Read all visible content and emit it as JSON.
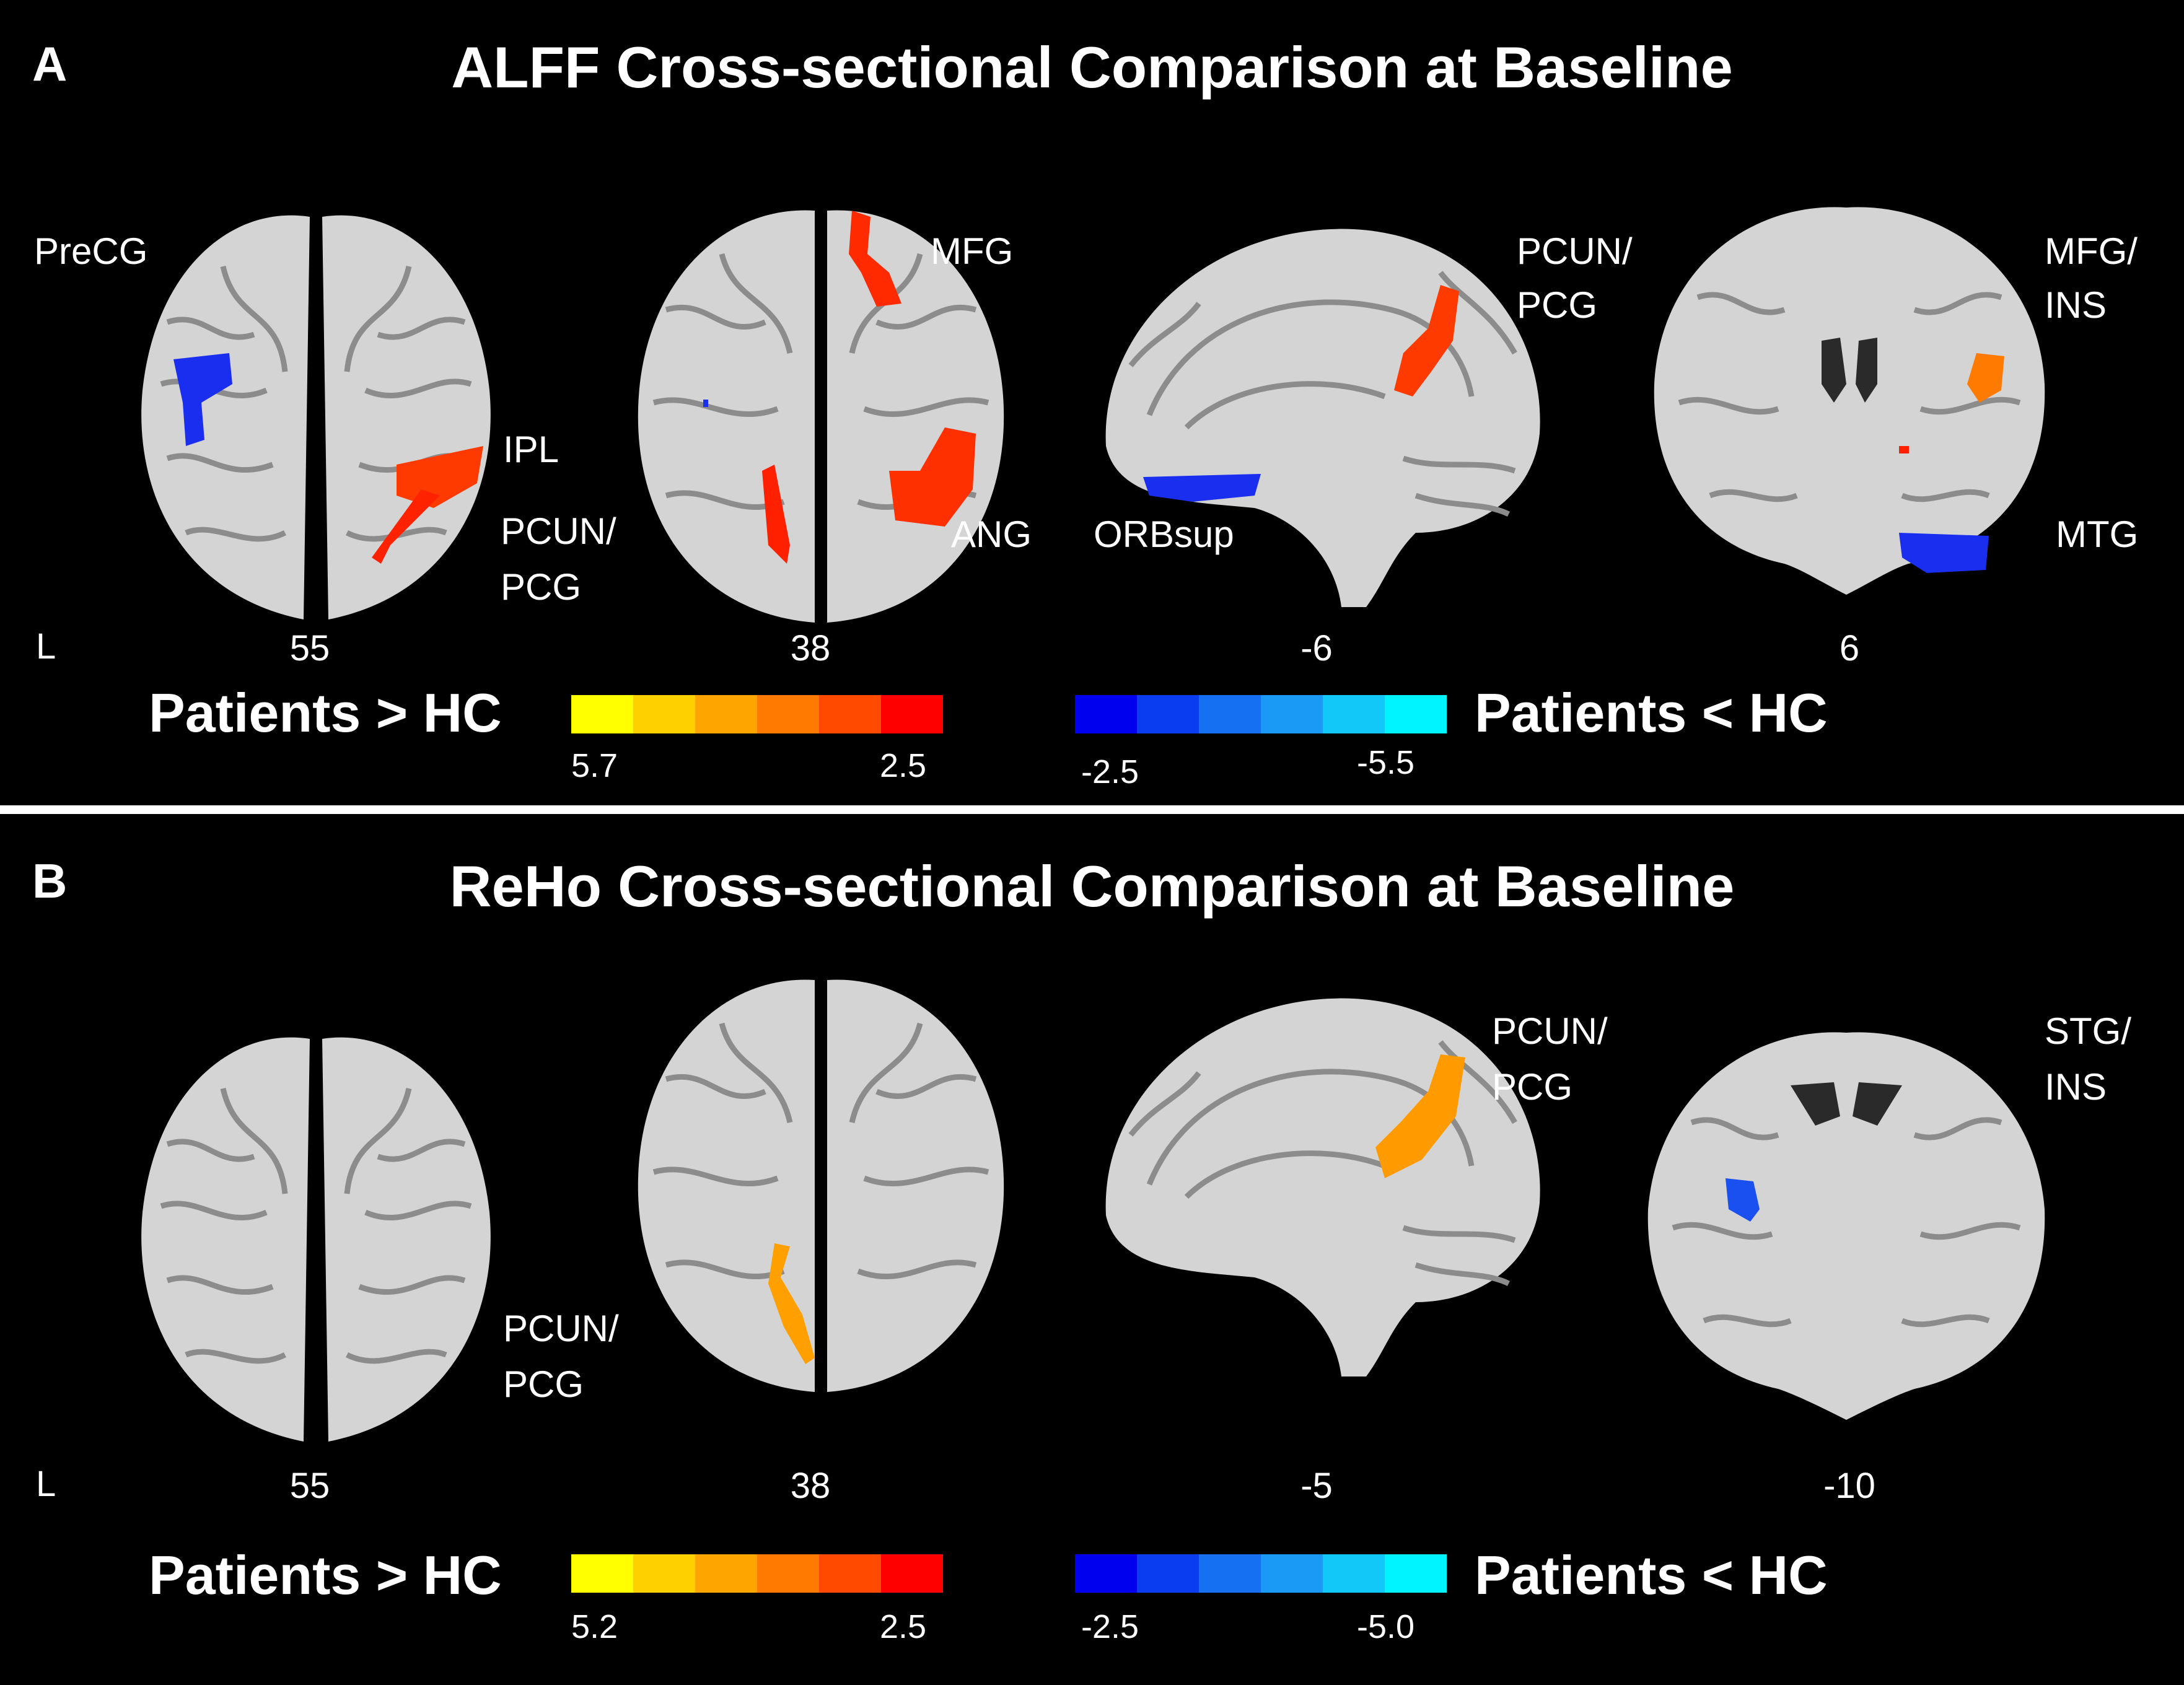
{
  "panels": [
    {
      "letter": "A",
      "title": "ALFF Cross-sectional Comparison at Baseline",
      "orientation_mark": "L",
      "slices": [
        "55",
        "38",
        "-6",
        "6"
      ],
      "region_labels": {
        "precg": "PreCG",
        "ipl": "IPL",
        "pcun1_line1": "PCUN/",
        "pcun1_line2": "PCG",
        "mfg": "MFG",
        "ang": "ANG",
        "pcun2_line1": "PCUN/",
        "pcun2_line2": "PCG",
        "orbsup": "ORBsup",
        "mfgins_line1": "MFG/",
        "mfgins_line2": "INS",
        "mtg": "MTG"
      },
      "colorbar_pos": {
        "label": "Patients > HC",
        "max": "5.7",
        "min": "2.5"
      },
      "colorbar_neg": {
        "label": "Patients < HC",
        "min": "-2.5",
        "max": "-5.5"
      }
    },
    {
      "letter": "B",
      "title": "ReHo Cross-sectional Comparison at Baseline",
      "orientation_mark": "L",
      "slices": [
        "55",
        "38",
        "-5",
        "-10"
      ],
      "region_labels": {
        "pcun1_line1": "PCUN/",
        "pcun1_line2": "PCG",
        "pcun2_line1": "PCUN/",
        "pcun2_line2": "PCG",
        "stgins_line1": "STG/",
        "stgins_line2": "INS"
      },
      "colorbar_pos": {
        "label": "Patients > HC",
        "max": "5.2",
        "min": "2.5"
      },
      "colorbar_neg": {
        "label": "Patients < HC",
        "min": "-2.5",
        "max": "-5.0"
      }
    }
  ],
  "colors": {
    "hot_scale": [
      "#ffff00",
      "#ffd000",
      "#ffa500",
      "#ff7a00",
      "#ff4a00",
      "#ff0000"
    ],
    "cool_scale": [
      "#0000ee",
      "#0a3cf0",
      "#1570f2",
      "#1a9af5",
      "#12c8f8",
      "#00f4ff"
    ],
    "brain_fill": "#d4d4d4",
    "brain_sulci": "#8c8c8c"
  }
}
